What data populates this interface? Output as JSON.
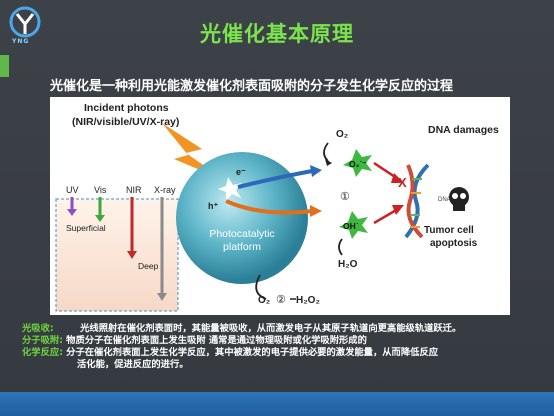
{
  "slide": {
    "title": "光催化基本原理",
    "subtitle": "光催化是一种利用光能激发催化剂表面吸附的分子发生化学反应的过程",
    "logo_text": "YNG",
    "accent_green": "#7be34c",
    "bar_blue": "#2e74b8"
  },
  "figure": {
    "incident_line1": "Incident photons",
    "incident_line2": "(NIR/visible/UV/X-ray)",
    "spectrum_labels": [
      "UV",
      "Vis",
      "NIR",
      "X-ray"
    ],
    "superficial": "Superficial",
    "deep": "Deep",
    "electron": "e⁻",
    "hole": "h⁺",
    "platform_line1": "Photocatalytic",
    "platform_line2": "platform",
    "o2": "O₂",
    "superoxide": "O₂˙⁻",
    "circle_one": "①",
    "circle_two": "②",
    "hydroxyl": "OH˙",
    "h2o": "H₂O",
    "h2o2": "H₂O₂",
    "o2_bottom": "O₂",
    "dna_damages": "DNA damages",
    "dna_small": "DNA",
    "cross": "X",
    "tumor_line1": "Tumor cell",
    "tumor_line2": "apoptosis"
  },
  "definitions": [
    {
      "term": "光吸收:",
      "text": "光线照射在催化剂表面时，其能量被吸收，从而激发电子从其原子轨道向更高能级轨道跃迁。"
    },
    {
      "term": "分子吸附:",
      "text": "物质分子在催化剂表面上发生吸附  通常是通过物理吸附或化学吸附形成的"
    },
    {
      "term": "化学反应:",
      "text": "分子在催化剂表面上发生化学反应，其中被激发的电子提供必要的激发能量，从而降低反应"
    },
    {
      "term": "",
      "text": "活化能，促进反应的进行。"
    }
  ]
}
